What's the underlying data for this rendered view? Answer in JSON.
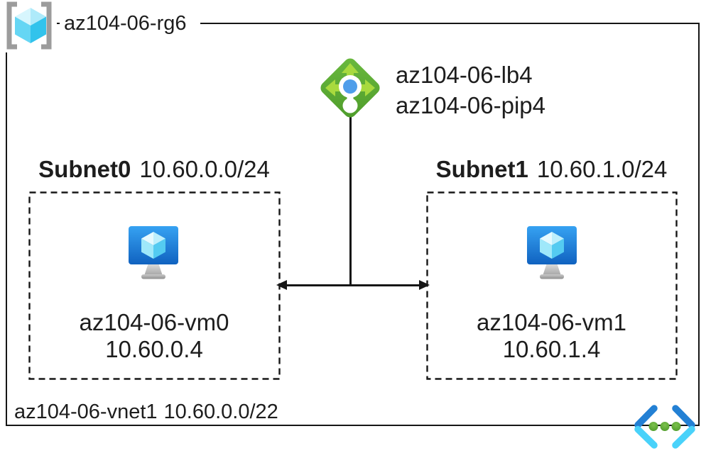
{
  "resource_group": {
    "name": "az104-06-rg6",
    "icon": "resource-group-icon"
  },
  "load_balancer": {
    "name": "az104-06-lb4",
    "public_ip": "az104-06-pip4",
    "icon": "load-balancer-icon"
  },
  "subnets": [
    {
      "name": "Subnet0",
      "cidr": "10.60.0.0/24",
      "vm": {
        "name": "az104-06-vm0",
        "ip": "10.60.0.4",
        "icon": "virtual-machine-icon"
      }
    },
    {
      "name": "Subnet1",
      "cidr": "10.60.1.0/24",
      "vm": {
        "name": "az104-06-vm1",
        "ip": "10.60.1.4",
        "icon": "virtual-machine-icon"
      }
    }
  ],
  "virtual_network": {
    "name": "az104-06-vnet1",
    "cidr": "10.60.0.0/22",
    "icon": "virtual-network-icon"
  },
  "connections": {
    "lb_to_subnets": "load balancer connected to both subnets",
    "subnet_link": "double-arrow between Subnet0 and Subnet1"
  },
  "colors": {
    "line": "#161616",
    "lb_green": "#58a834",
    "lb_arrow_green": "#a8da3e",
    "lb_dot_blue": "#4f9eea",
    "vm_blue_top": "#36a2f2",
    "vm_blue_bottom": "#1062c0",
    "cube_cyan_light": "#d7f6fd",
    "cube_cyan_mid": "#65d6f4",
    "cube_cyan_dark": "#32c3ec",
    "bracket_gray": "#9c9c9c",
    "vnet_dark_blue": "#2380d4",
    "vnet_light_blue": "#49d2fa",
    "vnet_dot_green": "#5ba832"
  }
}
